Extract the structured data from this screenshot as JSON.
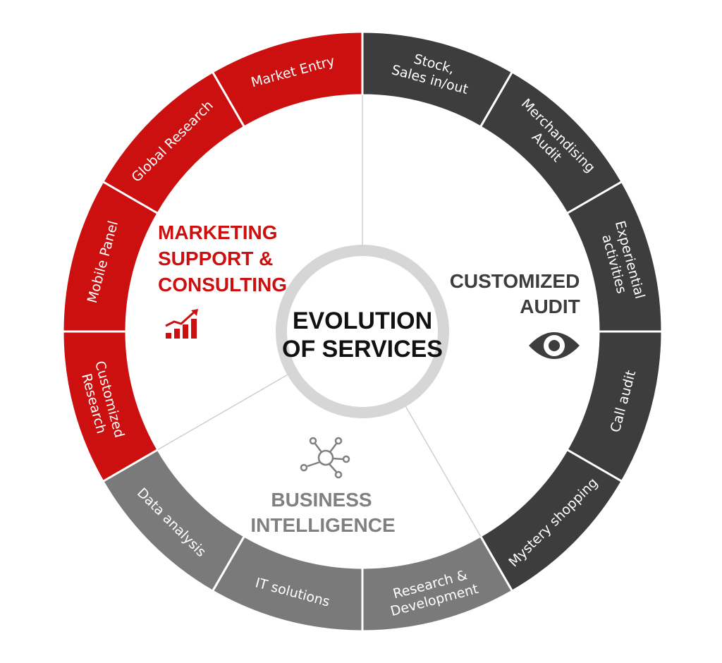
{
  "colors": {
    "red": "#cc1010",
    "dark": "#3d3d3d",
    "gray": "#7a7a7a",
    "center_ring": "#d6d6d6",
    "divider": "#cfcfcf",
    "title_red": "#cc1010",
    "title_dark": "#3d3d3d",
    "title_gray": "#808080"
  },
  "center": {
    "line1": "EVOLUTION",
    "line2": "OF SERVICES"
  },
  "sections": {
    "marketing": {
      "lines": [
        "MARKETING",
        "SUPPORT &",
        "CONSULTING"
      ],
      "icon": "growth-chart-icon"
    },
    "audit": {
      "lines": [
        "CUSTOMIZED",
        "AUDIT"
      ],
      "icon": "eye-icon"
    },
    "bi": {
      "lines": [
        "BUSINESS",
        "INTELLIGENCE"
      ],
      "icon": "network-nodes-icon"
    }
  },
  "segments": [
    {
      "name": "stock-sales",
      "lines": [
        "Stock,",
        "Sales in/out"
      ],
      "group": "dark"
    },
    {
      "name": "merchandising-audit",
      "lines": [
        "Merchandising",
        "Audit"
      ],
      "group": "dark"
    },
    {
      "name": "experiential-activities",
      "lines": [
        "Experiential",
        "activities"
      ],
      "group": "dark"
    },
    {
      "name": "call-audit",
      "lines": [
        "Call audit"
      ],
      "group": "dark"
    },
    {
      "name": "mystery-shopping",
      "lines": [
        "Mystery shopping"
      ],
      "group": "dark"
    },
    {
      "name": "research-development",
      "lines": [
        "Research &",
        "Development"
      ],
      "group": "gray"
    },
    {
      "name": "it-solutions",
      "lines": [
        "IT solutions"
      ],
      "group": "gray"
    },
    {
      "name": "data-analysis",
      "lines": [
        "Data analysis"
      ],
      "group": "gray"
    },
    {
      "name": "customized-research",
      "lines": [
        "Customized",
        "Research"
      ],
      "group": "red"
    },
    {
      "name": "mobile-panel",
      "lines": [
        "Mobile Panel"
      ],
      "group": "red"
    },
    {
      "name": "global-research",
      "lines": [
        "Global Research"
      ],
      "group": "red"
    },
    {
      "name": "market-entry",
      "lines": [
        "Market Entry"
      ],
      "group": "red"
    }
  ]
}
